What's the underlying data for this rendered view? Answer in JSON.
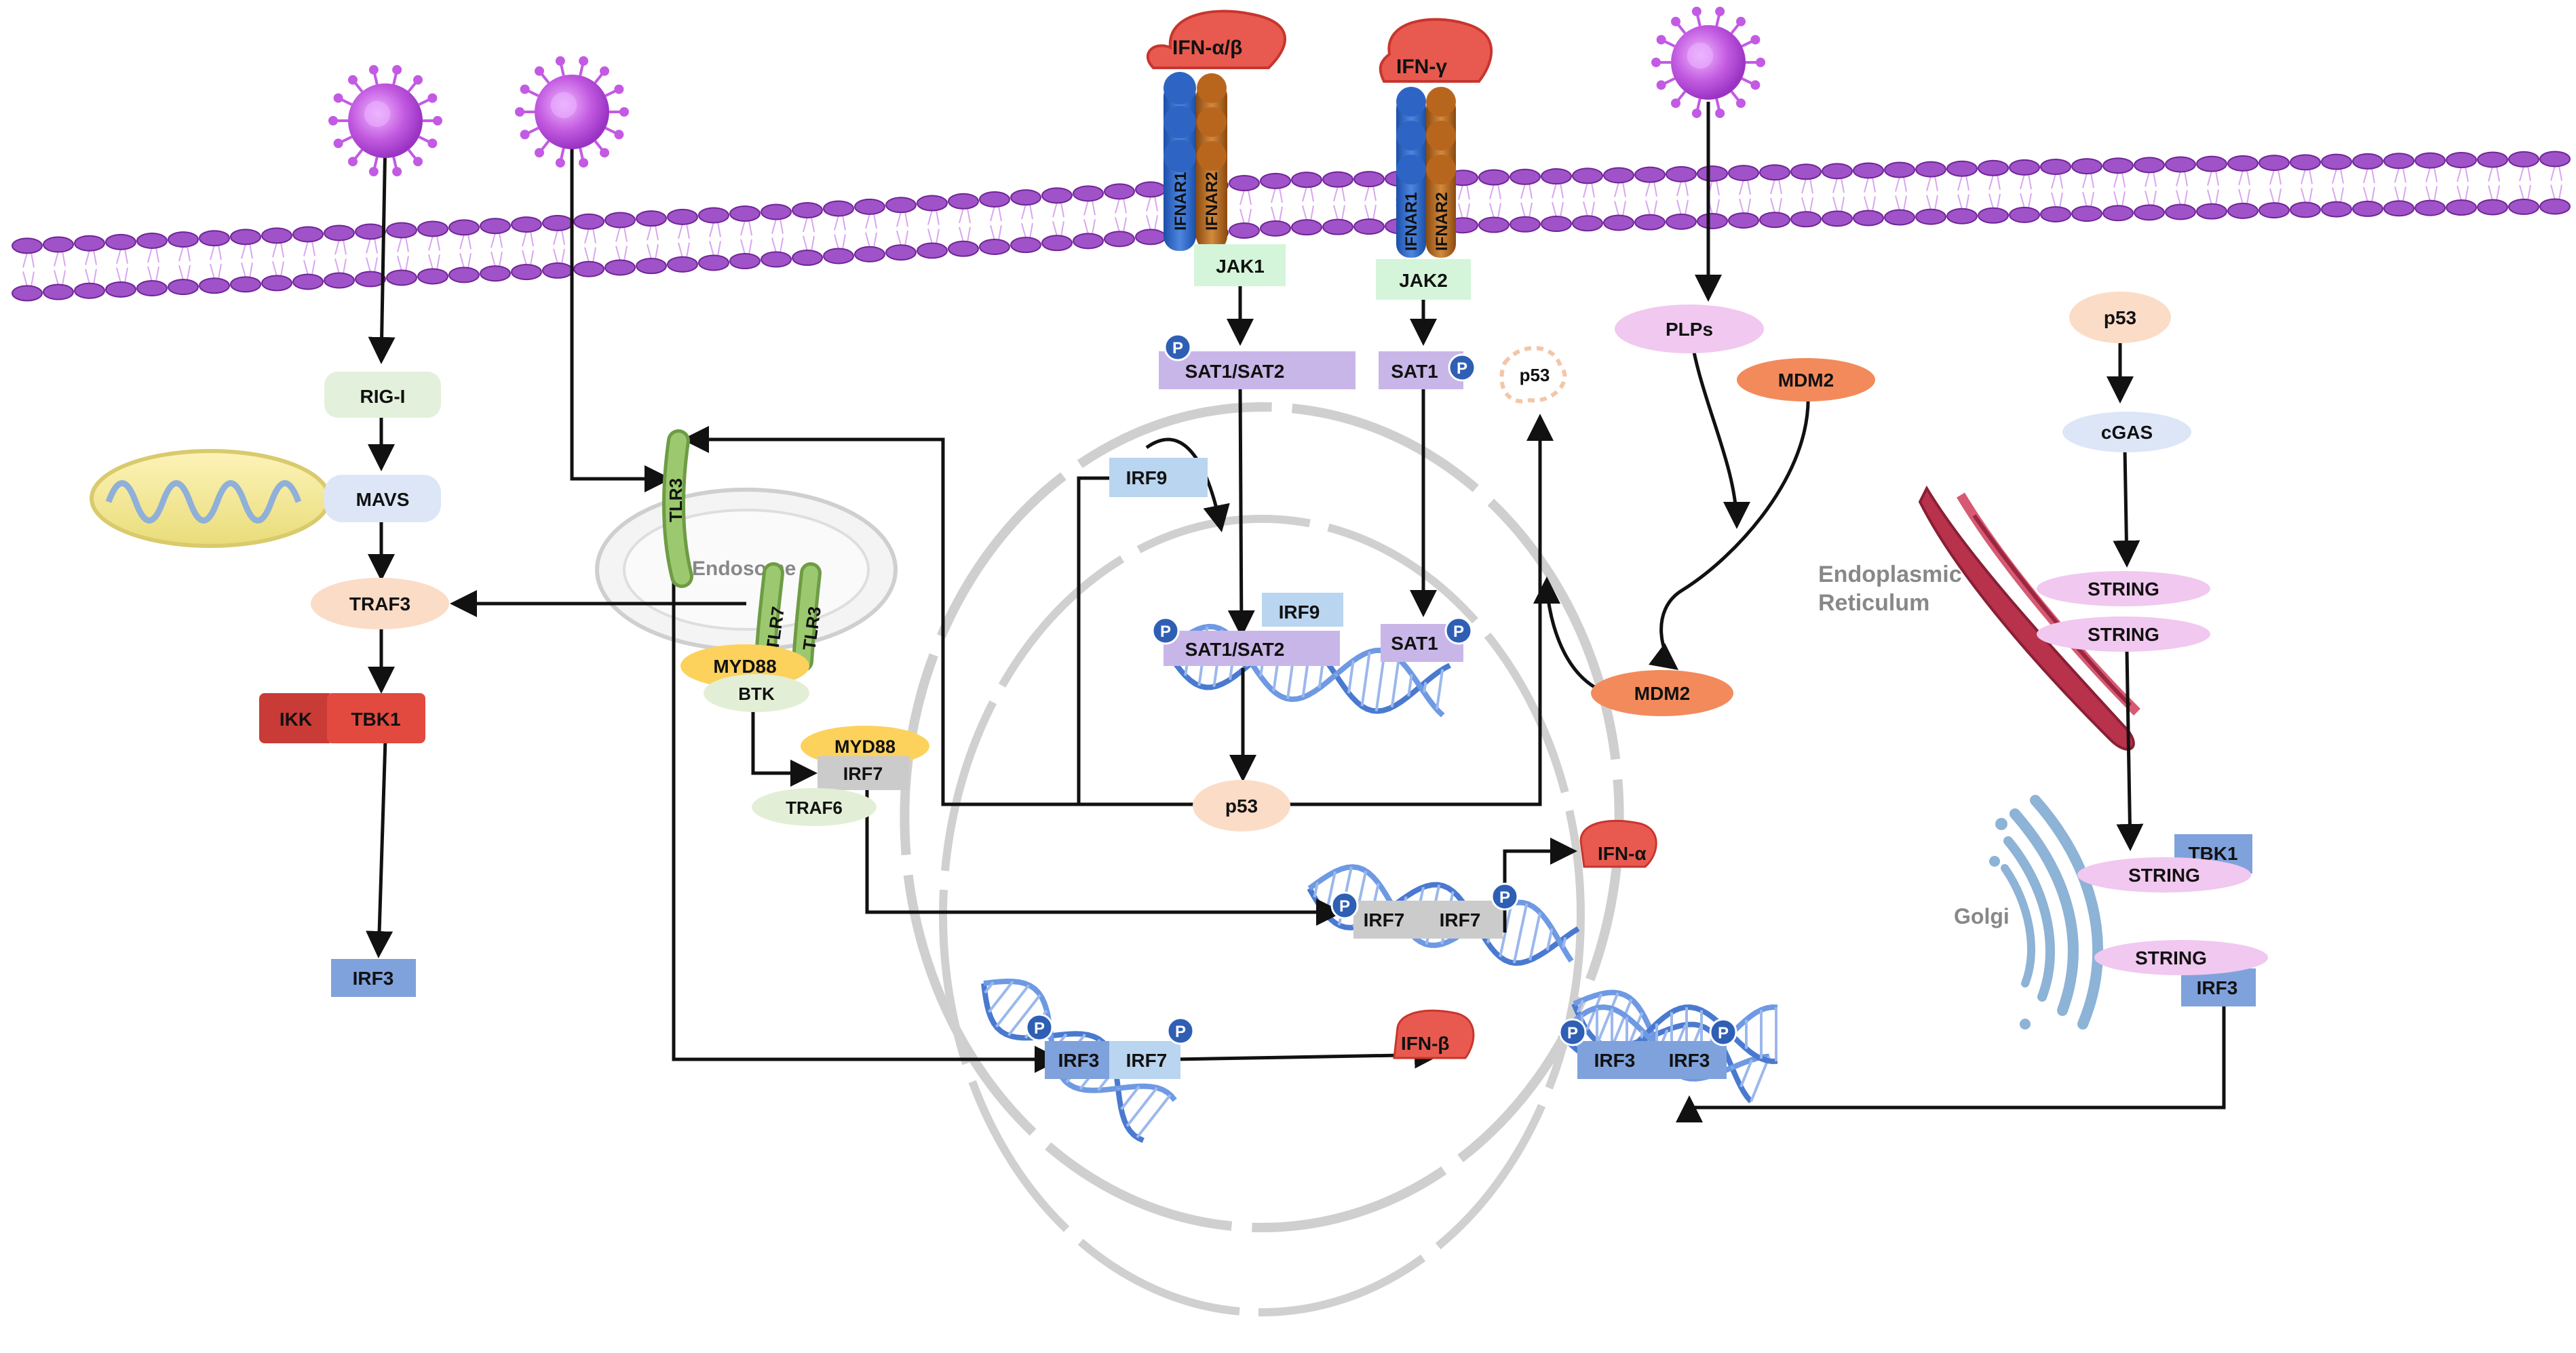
{
  "labels": {
    "rig_i": "RIG-I",
    "mavs": "MAVS",
    "traf3": "TRAF3",
    "ikk": "IKK",
    "tbk1_left": "TBK1",
    "irf3_left": "IRF3",
    "tlr3_top": "TLR3",
    "endosome": "Endosome",
    "tlr7": "TLR7",
    "tlr3_bottom": "TLR3",
    "myd88_endo": "MYD88",
    "btk": "BTK",
    "myd88_mid": "MYD88",
    "irf7_mid": "IRF7",
    "traf6": "TRAF6",
    "ifn_ab": "IFN-α/β",
    "ifnar1_a": "IFNAR1",
    "ifnar2_a": "IFNAR2",
    "jak1": "JAK1",
    "sat1_sat2_top": "SAT1/SAT2",
    "irf9_top": "IRF9",
    "irf9_nuc": "IRF9",
    "sat1_sat2_nuc": "SAT1/SAT2",
    "p53_mid": "p53",
    "ifn_g": "IFN-γ",
    "ifnar1_b": "IFNAR1",
    "ifnar2_b": "IFNAR2",
    "jak2": "JAK2",
    "sat1_top": "SAT1",
    "sat1_nuc": "SAT1",
    "p53_faded": "p53",
    "plps": "PLPs",
    "mdm2_top": "MDM2",
    "mdm2_nuc": "MDM2",
    "p53_right": "p53",
    "cgas": "cGAS",
    "string_1": "STRING",
    "string_2": "STRING",
    "er_line1": "Endoplasmic",
    "er_line2": "Reticulum",
    "golgi": "Golgi",
    "tbk1_right": "TBK1",
    "string_3": "STRING",
    "string_4": "STRING",
    "irf3_right": "IRF3",
    "irf7_a": "IRF7",
    "irf7_b": "IRF7",
    "ifn_alpha": "IFN-α",
    "irf3_nuc_l": "IRF3",
    "irf7_nuc_l": "IRF7",
    "ifn_beta": "IFN-β",
    "irf3_nuc_r1": "IRF3",
    "irf3_nuc_r2": "IRF3",
    "p": "P"
  },
  "colors": {
    "membrane": "#8e3fb5",
    "virus": "#b24bd6",
    "green_box": "#dfeed6",
    "blue_box": "#8aa9dc",
    "purple_box": "#c9b6e8",
    "peach": "#fbd9c2",
    "orange": "#f28a5c",
    "pink": "#f1c8ef",
    "red": "#e04a45",
    "yellow": "#fcd25c",
    "grey": "#c9c9c9",
    "phospho": "#2f5fb4"
  }
}
